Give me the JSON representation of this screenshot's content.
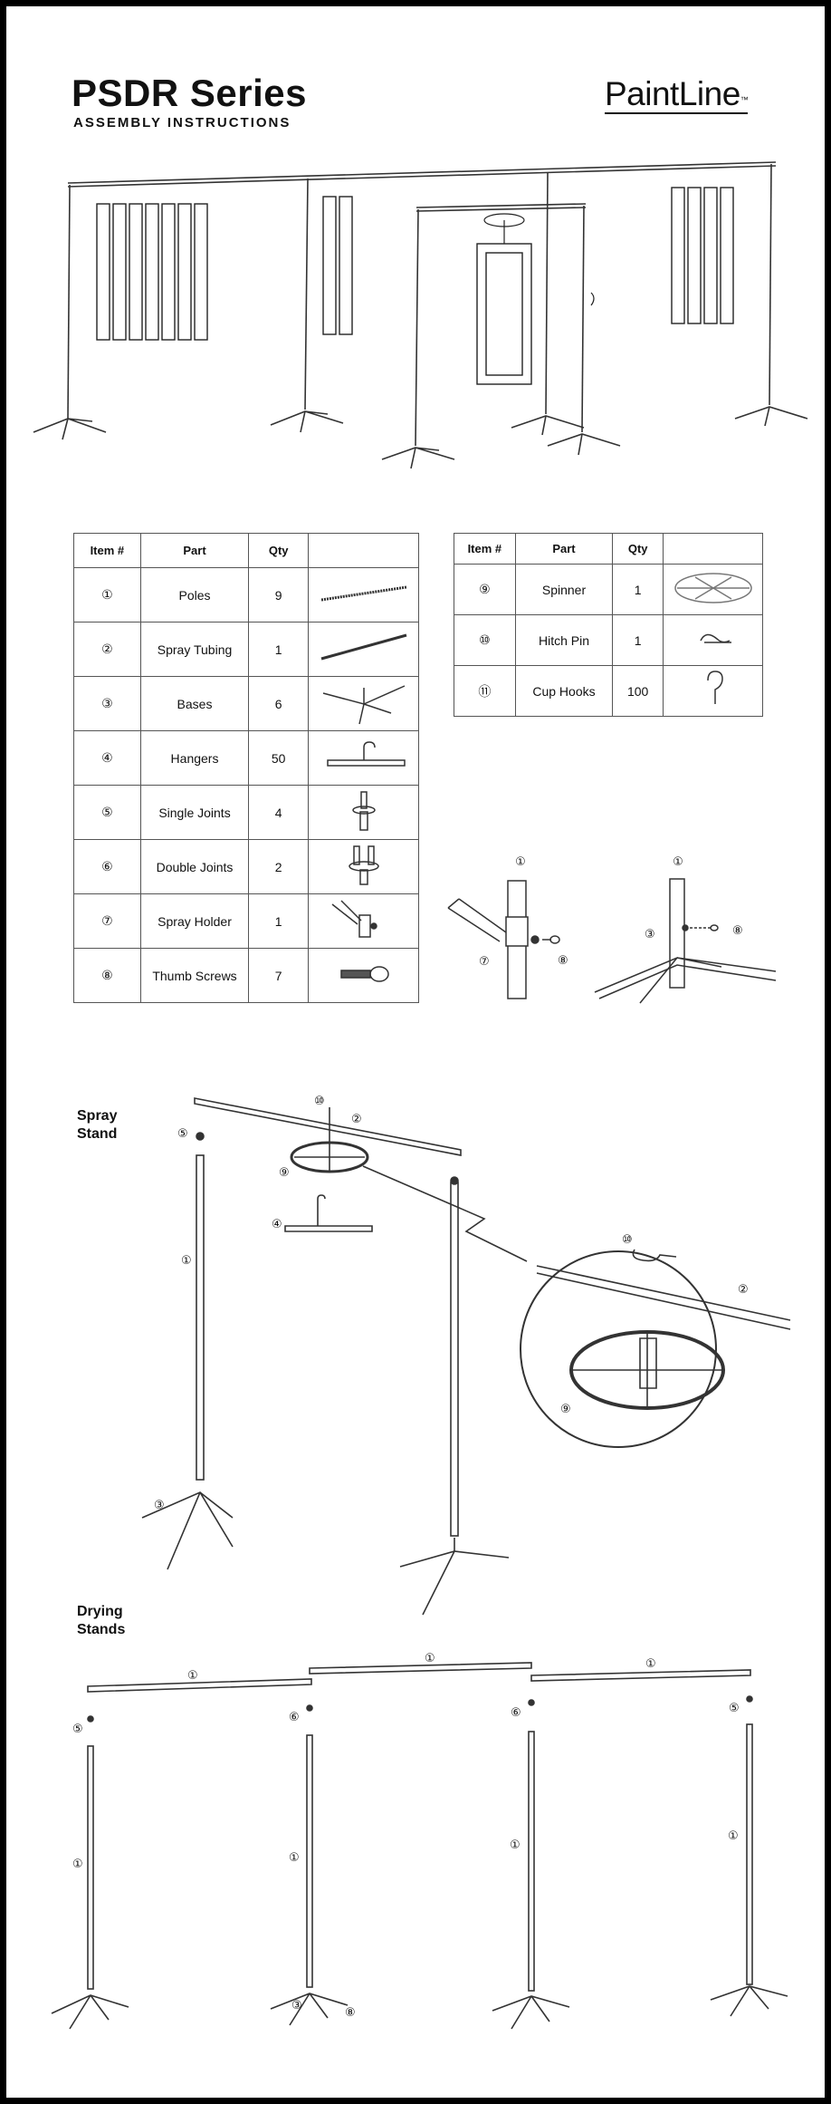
{
  "header": {
    "title": "PSDR Series",
    "subtitle": "ASSEMBLY INSTRUCTIONS",
    "brand": "PaintLine",
    "brand_mark": "™"
  },
  "parts_table_left": {
    "headers": [
      "Item #",
      "Part",
      "Qty"
    ],
    "rows": [
      {
        "item": "①",
        "part": "Poles",
        "qty": "9",
        "icon": "pole-icon"
      },
      {
        "item": "②",
        "part": "Spray Tubing",
        "qty": "1",
        "icon": "tubing-icon"
      },
      {
        "item": "③",
        "part": "Bases",
        "qty": "6",
        "icon": "base-icon"
      },
      {
        "item": "④",
        "part": "Hangers",
        "qty": "50",
        "icon": "hanger-icon"
      },
      {
        "item": "⑤",
        "part": "Single Joints",
        "qty": "4",
        "icon": "single-joint-icon"
      },
      {
        "item": "⑥",
        "part": "Double Joints",
        "qty": "2",
        "icon": "double-joint-icon"
      },
      {
        "item": "⑦",
        "part": "Spray Holder",
        "qty": "1",
        "icon": "spray-holder-icon"
      },
      {
        "item": "⑧",
        "part": "Thumb Screws",
        "qty": "7",
        "icon": "thumb-screw-icon"
      }
    ]
  },
  "parts_table_right": {
    "headers": [
      "Item #",
      "Part",
      "Qty"
    ],
    "rows": [
      {
        "item": "⑨",
        "part": "Spinner",
        "qty": "1",
        "icon": "spinner-icon"
      },
      {
        "item": "⑩",
        "part": "Hitch Pin",
        "qty": "1",
        "icon": "hitch-pin-icon"
      },
      {
        "item": "⑪",
        "part": "Cup Hooks",
        "qty": "100",
        "icon": "cup-hook-icon"
      }
    ]
  },
  "sections": {
    "spray_stand": "Spray\nStand",
    "drying_stands": "Drying\nStands"
  },
  "callouts": {
    "c1": "①",
    "c2": "②",
    "c3": "③",
    "c4": "④",
    "c5": "⑤",
    "c6": "⑥",
    "c7": "⑦",
    "c8": "⑧",
    "c9": "⑨",
    "c10": "⑩"
  }
}
